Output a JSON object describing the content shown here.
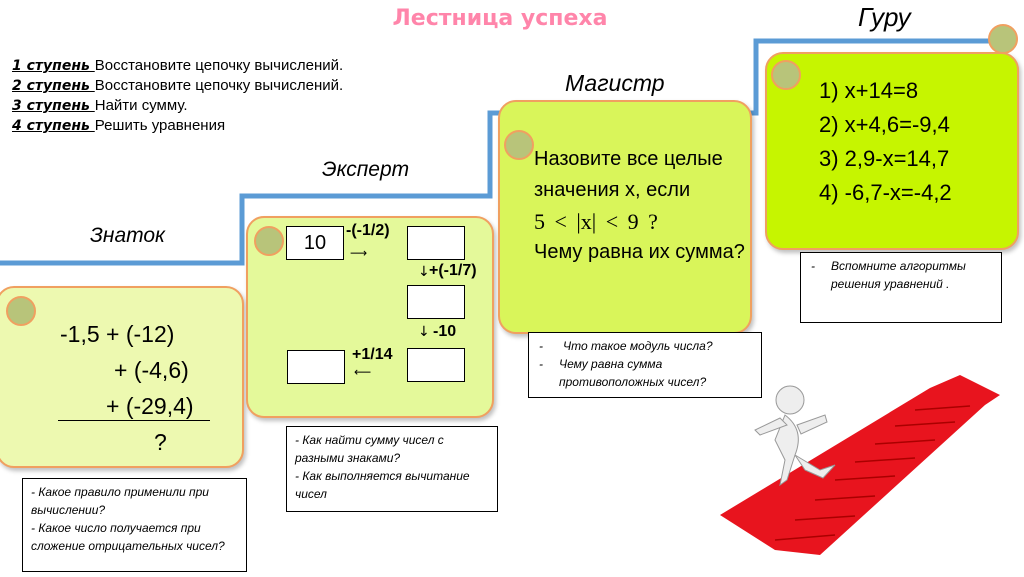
{
  "title": "Лестница успеха",
  "instructions": [
    {
      "step": "1 ступень ",
      "text": "Восстановите цепочку вычислений."
    },
    {
      "step": "2 ступень ",
      "text": "Восстановите цепочку вычислений."
    },
    {
      "step": "3 ступень ",
      "text": "Найти сумму."
    },
    {
      "step": "4 ступень ",
      "text": "Решить уравнения"
    }
  ],
  "levels": {
    "znatok": "Знаток",
    "expert": "Эксперт",
    "magistr": "Магистр",
    "guru": "Гуру"
  },
  "znatok": {
    "lines": [
      "-1,5 + (-12)",
      "+ (-4,6)",
      "+ (-29,4)",
      "?"
    ],
    "hints": [
      "- Какое правило применили при вычислении?",
      "- Какое число получается при сложение отрицательных чисел?"
    ]
  },
  "expert": {
    "start": "10",
    "ops": [
      "-(-1/2)",
      "+(-1/7)",
      "-10",
      "+1/14"
    ],
    "hints": [
      "- Как найти сумму чисел с разными знаками?",
      "- Как выполняется вычитание чисел"
    ]
  },
  "magistr": {
    "q1": "Назовите все целые значения x, если",
    "inequality": "5 < |x| < 9 ?",
    "q2": "Чему равна их сумма?",
    "hints": [
      "Что такое модуль числа?",
      "Чему равна сумма противоположных чисел?"
    ]
  },
  "guru": {
    "equations": [
      "1) x+14=8",
      "2) x+4,6=-9,4",
      "3) 2,9-x=14,7",
      "4) -6,7-x=-4,2"
    ],
    "hints": [
      "Вспомните алгоритмы решения уравнений ."
    ]
  },
  "colors": {
    "title": "#ff85aa",
    "stair_line": "#5b9bd5",
    "scroll1": "#edf9b0",
    "scroll2": "#e4f99a",
    "scroll3": "#d9f55a",
    "scroll4": "#c6f500",
    "stairs": "#e8141e"
  }
}
